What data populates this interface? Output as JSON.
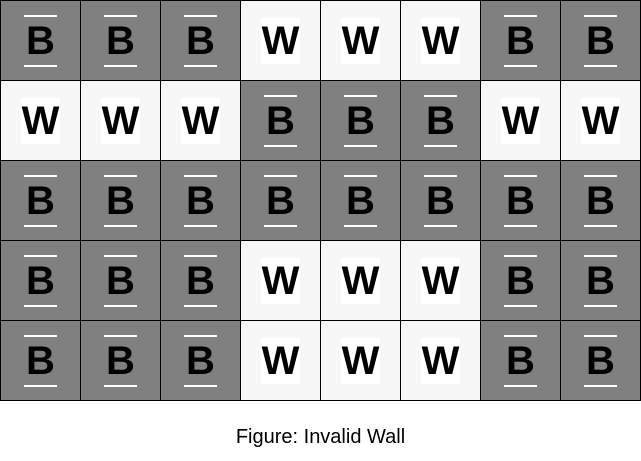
{
  "caption": "Figure: Invalid Wall",
  "colors": {
    "B": "#808080",
    "W": "#f7f7f7"
  },
  "wall": [
    [
      "B",
      "B",
      "B",
      "W",
      "W",
      "W",
      "B",
      "B"
    ],
    [
      "W",
      "W",
      "W",
      "B",
      "B",
      "B",
      "W",
      "W"
    ],
    [
      "B",
      "B",
      "B",
      "B",
      "B",
      "B",
      "B",
      "B"
    ],
    [
      "B",
      "B",
      "B",
      "W",
      "W",
      "W",
      "B",
      "B"
    ],
    [
      "B",
      "B",
      "B",
      "W",
      "W",
      "W",
      "B",
      "B"
    ]
  ]
}
